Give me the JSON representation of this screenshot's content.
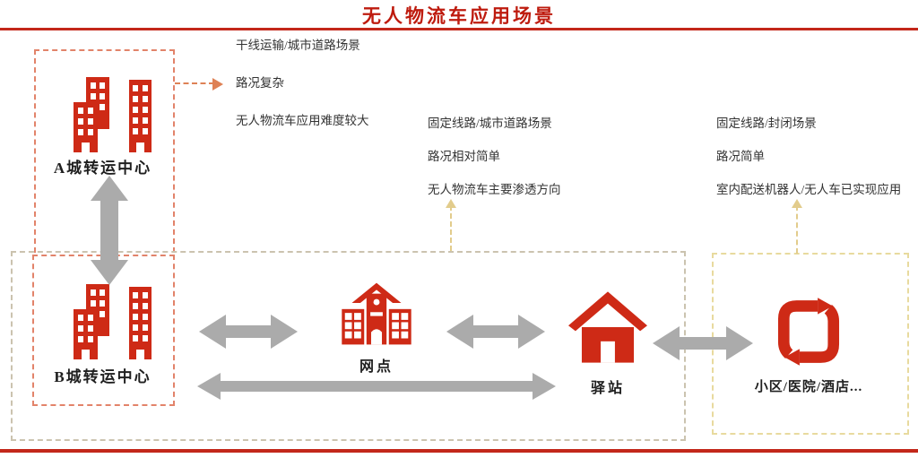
{
  "title": "无人物流车应用场景",
  "colors": {
    "accent_red": "#C3271A",
    "icon_red": "#CE2A16",
    "arrow_gray": "#ABABAB",
    "box_orange_dash": "#E2836A",
    "box_tan_dash": "#CBC3AF",
    "box_yellow_dash": "#E8DA9E",
    "annotation_arrow_orange": "#DE8155",
    "annotation_arrow_yellow": "#E2CC8C",
    "text": "#333333"
  },
  "nodes": {
    "center_a": {
      "label": "A城转运中心"
    },
    "center_b": {
      "label": "B城转运中心"
    },
    "outlet": {
      "label": "网点"
    },
    "station": {
      "label": "驿站"
    },
    "community": {
      "label": "小区/医院/酒店..."
    }
  },
  "annotations": {
    "trunk": {
      "lines": [
        "干线运输/城市道路场景",
        "路况复杂",
        "无人物流车应用难度较大"
      ]
    },
    "urban": {
      "lines": [
        "固定线路/城市道路场景",
        "路况相对简单",
        "无人物流车主要渗透方向"
      ]
    },
    "closed": {
      "lines": [
        "固定线路/封闭场景",
        "路况简单",
        "室内配送机器人/无人车已实现应用"
      ]
    }
  }
}
